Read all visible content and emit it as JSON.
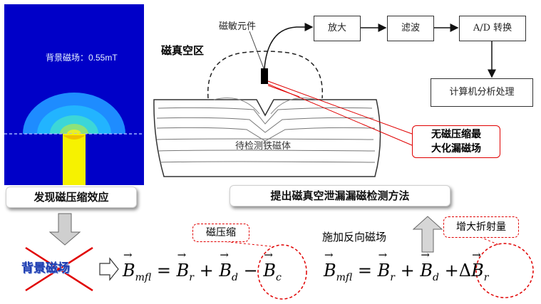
{
  "simulation": {
    "label": "背景磁场：0.55mT"
  },
  "captions": {
    "left": "发现磁压缩效应",
    "right": "提出磁真空泄漏漏磁检测方法"
  },
  "flow": {
    "amplify": "放大",
    "filter": "滤波",
    "ad": "A/D 转换",
    "computer": "计算机分析处理"
  },
  "labels": {
    "sensor": "磁敏元件",
    "vacuum_zone": "磁真空区",
    "iron_body": "待检测铁磁体",
    "no_compression_line1": "无磁压缩最",
    "no_compression_line2": "大化漏磁场",
    "compression": "磁压缩",
    "increase_refraction": "增大折射量",
    "reverse_field": "施加反向磁场",
    "background_field": "背景磁场"
  },
  "formula_left": {
    "lhs_sub": "mfl",
    "t1_sub": "r",
    "t2_sub": "d",
    "t3_sub": "c",
    "op_plus": "+",
    "op_minus": "−"
  },
  "formula_right": {
    "lhs_sub": "mfl",
    "t1_sub": "r",
    "t2_sub": "d",
    "t3_sub": "r",
    "op_plus": "+",
    "delta": "Δ"
  },
  "colors": {
    "red": "#e00000",
    "blue_text": "#1e3db0",
    "sim_background": "#0000c8"
  }
}
